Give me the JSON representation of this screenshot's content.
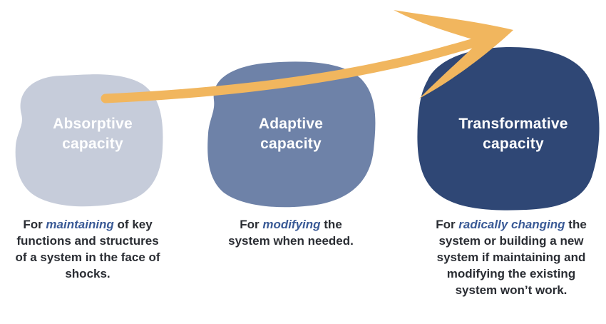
{
  "colors": {
    "absorptive": "#c6ccda",
    "adaptive": "#6e82a8",
    "transformative": "#2f4775",
    "arrow": "#f1b65e",
    "emphasis": "#3a5a96"
  },
  "stages": [
    {
      "id": "absorptive",
      "title_line1": "Absorptive",
      "title_line2": "capacity",
      "desc_prefix": "For ",
      "desc_emphasis": "maintaining",
      "desc_suffix": " of key functions and structures of a system in the face of shocks."
    },
    {
      "id": "adaptive",
      "title_line1": "Adaptive",
      "title_line2": "capacity",
      "desc_prefix": "For ",
      "desc_emphasis": "modifying",
      "desc_suffix": " the system when needed."
    },
    {
      "id": "transformative",
      "title_line1": "Transformative",
      "title_line2": "capacity",
      "desc_prefix": "For ",
      "desc_emphasis": "radically changing",
      "desc_suffix": " the system or building a new system if maintaining and modifying the existing system won’t work."
    }
  ]
}
